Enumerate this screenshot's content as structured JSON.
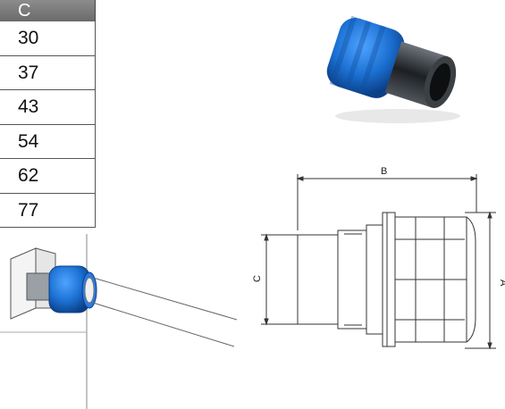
{
  "table": {
    "header": "C",
    "rows": [
      "30",
      "37",
      "43",
      "54",
      "62",
      "77"
    ]
  },
  "drawing": {
    "dim_b": "B",
    "dim_c": "C",
    "dim_a": "A"
  },
  "colors": {
    "fitting_blue": "#1b6fd1",
    "metal_dark": "#2a2e33",
    "header_gray": "#7a7a7a"
  }
}
